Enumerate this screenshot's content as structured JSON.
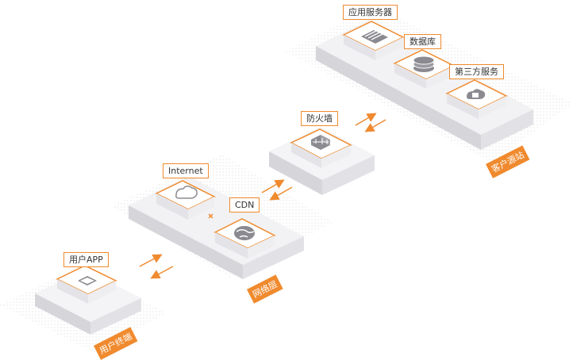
{
  "diagram": {
    "nodes": {
      "app": "用户APP",
      "internet": "Internet",
      "cdn": "CDN",
      "firewall": "防火墙",
      "app_server": "应用服务器",
      "database": "数据库",
      "third_party": "第三方服务"
    },
    "layers": {
      "user": "用户终端",
      "network": "网络层",
      "origin": "客户源站"
    },
    "icons": [
      "phone-icon",
      "cloud-icon",
      "globe-icon",
      "firewall-icon",
      "server-icon",
      "database-icon",
      "third-party-icon"
    ],
    "colors": {
      "accent": "#f08a2e",
      "platform": "#ececee",
      "shadow": "#e6e6e6"
    }
  }
}
